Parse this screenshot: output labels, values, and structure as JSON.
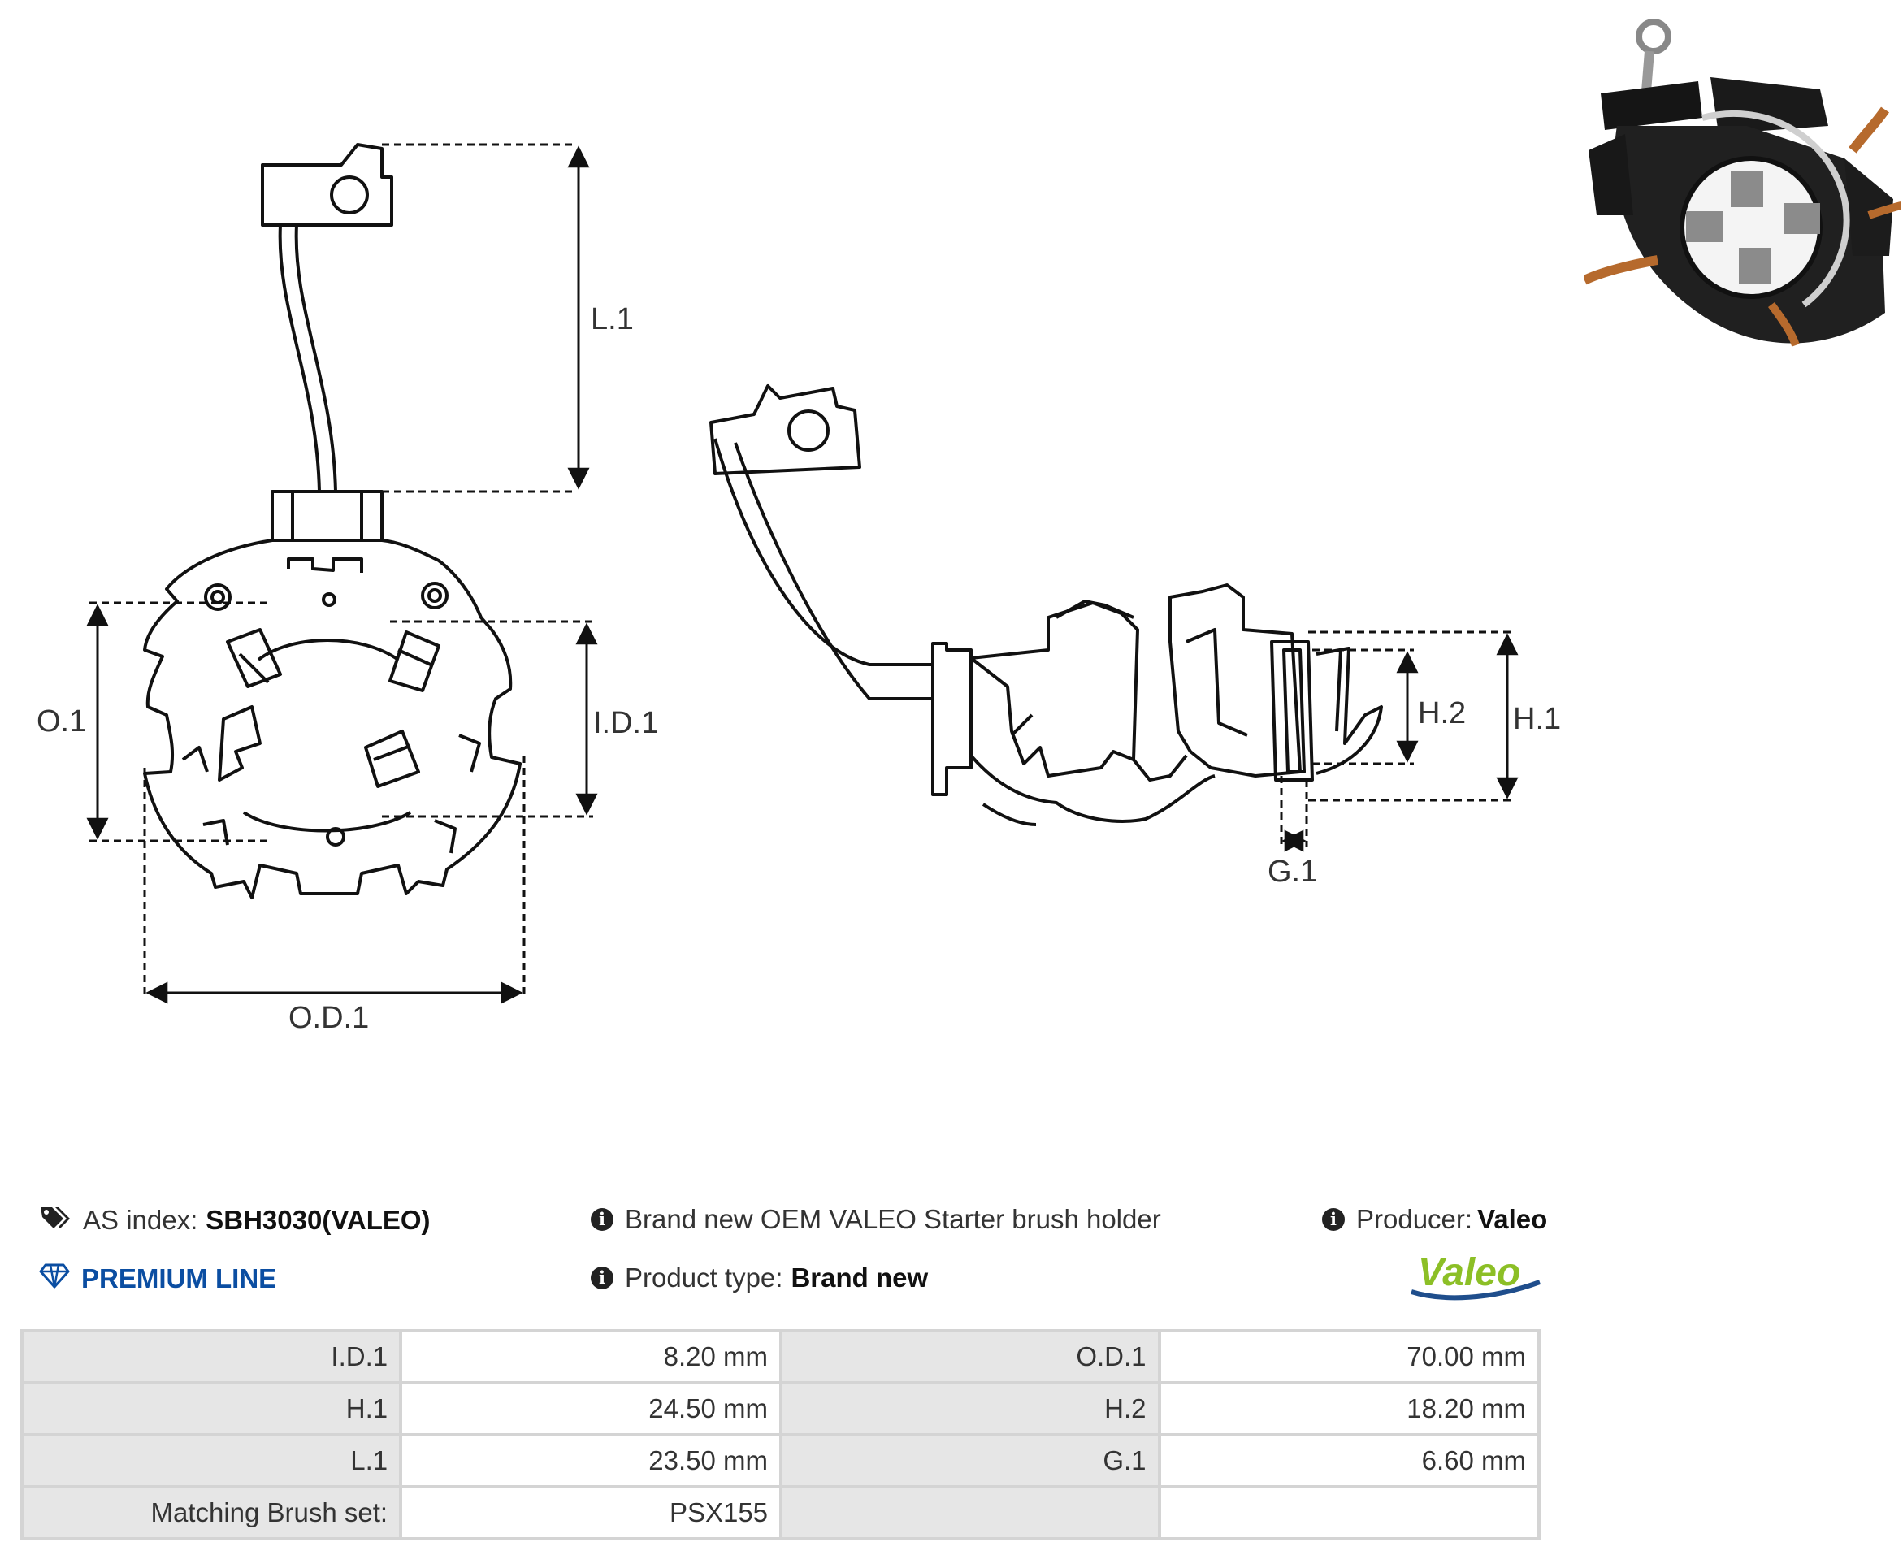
{
  "drawing": {
    "labels": {
      "l1": "L.1",
      "o1": "O.1",
      "id1": "I.D.1",
      "od1": "O.D.1",
      "h2": "H.2",
      "h1": "H.1",
      "g1": "G.1"
    }
  },
  "info": {
    "as_index_label": "AS index:",
    "as_index_value": "SBH3030(VALEO)",
    "premium_line": "PREMIUM LINE",
    "description": "Brand new OEM VALEO Starter brush holder",
    "product_type_label": "Product type:",
    "product_type_value": "Brand new",
    "producer_label": "Producer:",
    "producer_value": "Valeo",
    "logo_text": "Valeo"
  },
  "specs": {
    "rows": [
      {
        "k1": "I.D.1",
        "v1": "8.20 mm",
        "k2": "O.D.1",
        "v2": "70.00 mm"
      },
      {
        "k1": "H.1",
        "v1": "24.50 mm",
        "k2": "H.2",
        "v2": "18.20 mm"
      },
      {
        "k1": "L.1",
        "v1": "23.50 mm",
        "k2": "G.1",
        "v2": "6.60 mm"
      },
      {
        "k1": "Matching Brush set:",
        "v1": "PSX155",
        "k2": "",
        "v2": ""
      }
    ]
  },
  "colors": {
    "premium": "#0b4ea2",
    "logo_green": "#8cbf26",
    "logo_blue": "#1f4e8c"
  }
}
